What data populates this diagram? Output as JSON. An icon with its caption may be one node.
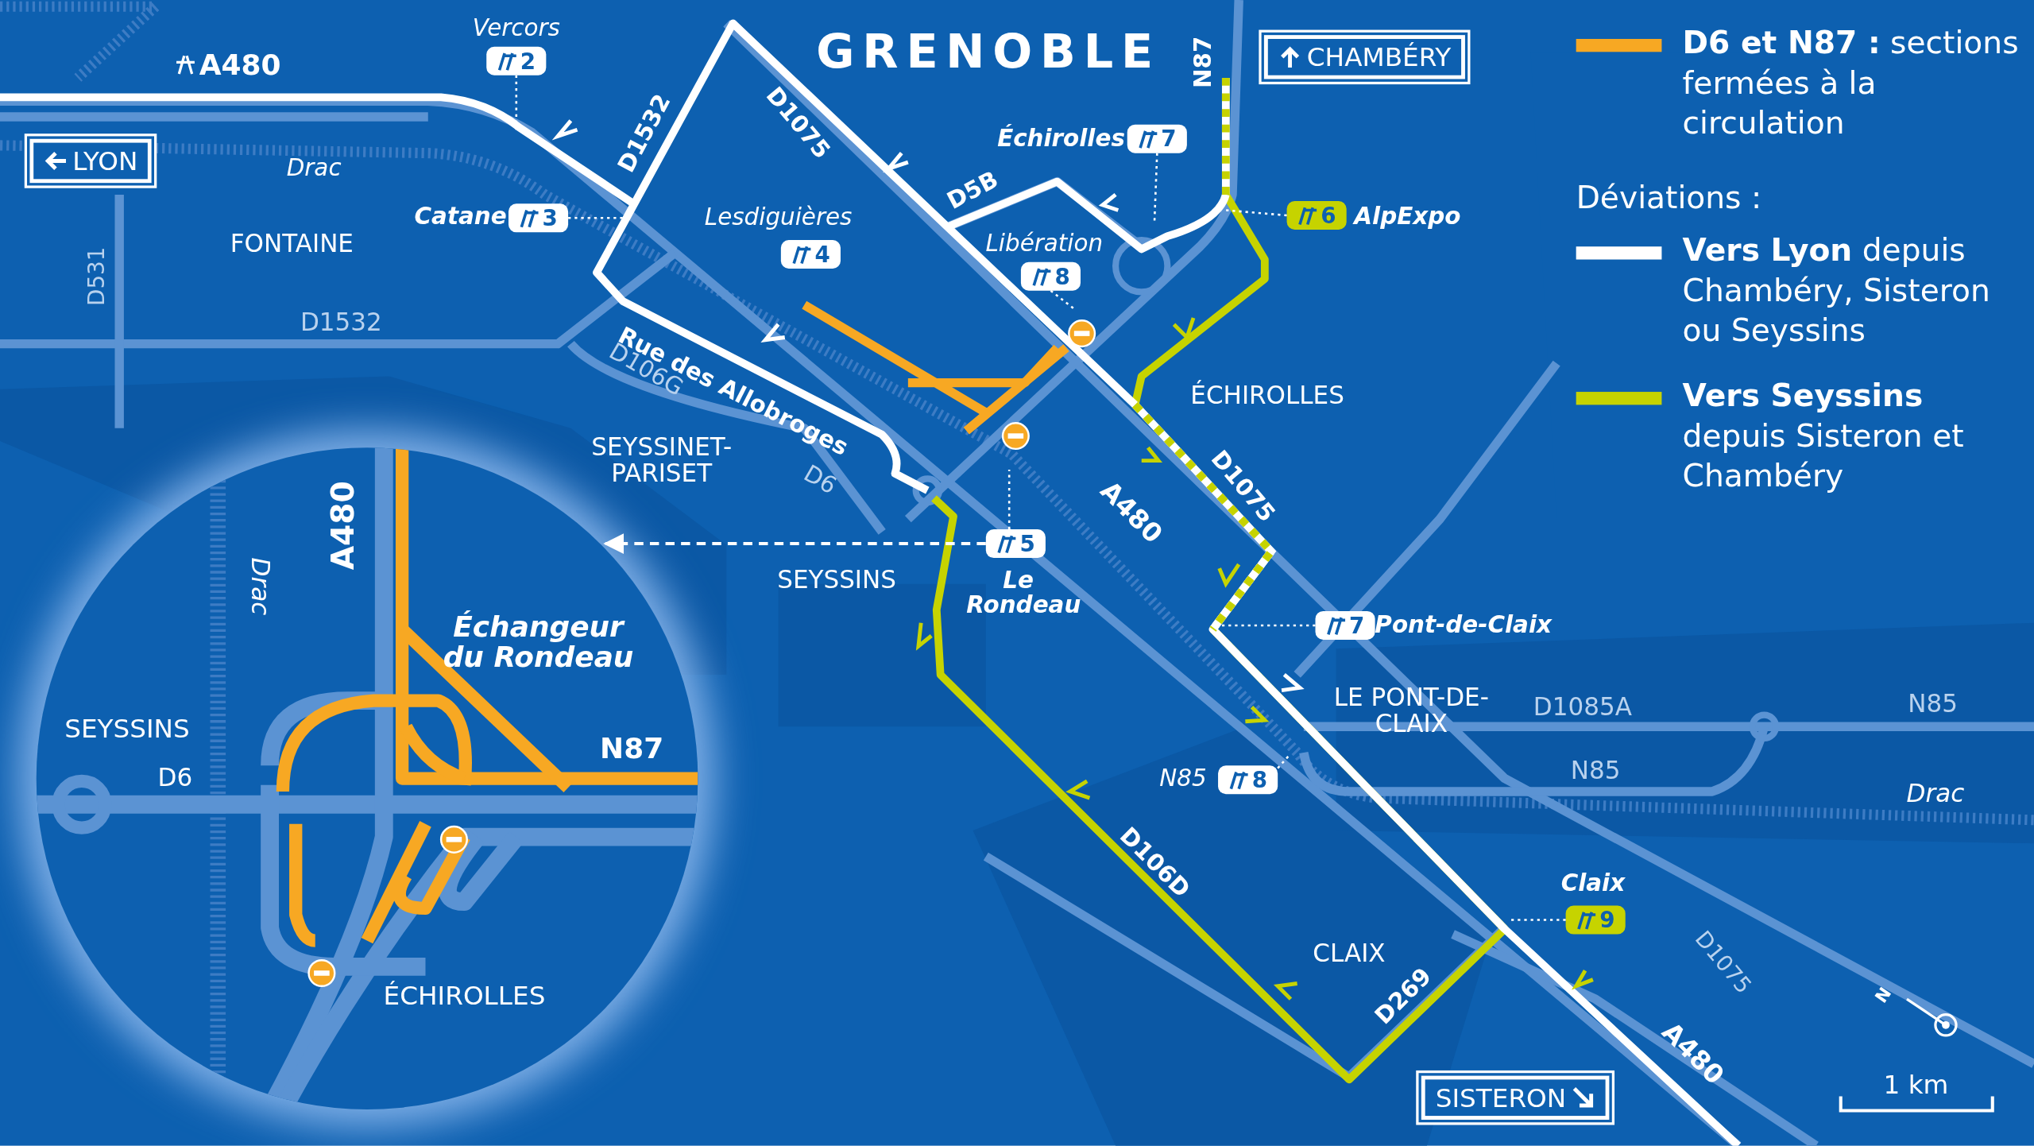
{
  "diagram": {
    "nodes": [
      {
        "text": [
          "LYON"
        ]
      },
      {
        "text": [
          "2"
        ],
        "beside": [
          "Vercors"
        ]
      },
      {
        "text": [
          "CHAMBÉRY"
        ]
      },
      {
        "text": [
          "3"
        ],
        "beside": [
          "Catane"
        ]
      },
      {
        "text": [
          "4"
        ],
        "beside": [
          "Lesdiguières"
        ]
      },
      {
        "text": [
          "7"
        ],
        "beside": [
          "Échirolles"
        ]
      },
      {
        "text": [
          "8"
        ],
        "beside": [
          "Libération"
        ]
      },
      {
        "text": [
          "6"
        ],
        "beside": [
          "AlpExpo"
        ]
      },
      {
        "text": [
          "A480",
          "Drac",
          "Échangeur du Rondeau",
          "SEYSSINS",
          "D6",
          "N87",
          "ÉCHIROLLES"
        ]
      },
      {
        "text": [
          "5"
        ],
        "beside": [
          "Le Rondeau"
        ]
      },
      {
        "text": [
          "7"
        ],
        "beside": [
          "Pont-de-Claix"
        ]
      },
      {
        "text": [
          "8"
        ],
        "beside": [
          "N85"
        ]
      },
      {
        "text": [
          "9"
        ],
        "beside": [
          "Claix"
        ]
      },
      {
        "text": [
          "SISTERON"
        ]
      }
    ],
    "edges": [
      {
        "from": 1,
        "to": null,
        "arrow": "none"
      },
      {
        "from": 3,
        "to": null,
        "arrow": "none"
      },
      {
        "from": 5,
        "to": null,
        "arrow": "none"
      },
      {
        "from": 6,
        "to": null,
        "arrow": "none"
      },
      {
        "from": 7,
        "to": null,
        "arrow": "none"
      },
      {
        "from": 9,
        "to": null,
        "arrow": "none"
      },
      {
        "from": 9,
        "to": 8,
        "arrow": "to",
        "style": "dashed"
      },
      {
        "from": 10,
        "to": null,
        "arrow": "none"
      },
      {
        "from": 11,
        "to": null,
        "arrow": "none"
      },
      {
        "from": 12,
        "to": null,
        "arrow": "none"
      }
    ],
    "labels": [
      "A480",
      "GRENOBLE",
      "N87",
      "D1532",
      "D1075",
      "Drac",
      "D5B",
      "FONTAINE",
      "D531",
      "D1532",
      "Rue des Allobroges",
      "D106G",
      "ÉCHIROLLES",
      "SEYSSINET-PARISET",
      "D6",
      "D1075",
      "A480",
      "SEYSSINS",
      "LE PONT-DE-CLAIX",
      "D1085A",
      "N85",
      "N85",
      "Drac",
      "D106D",
      "CLAIX",
      "D269",
      "D1075",
      "A480",
      "Déviations :",
      "N",
      "1 km"
    ],
    "legend": [
      {
        "text": "**D6 et N87 :** sections fermées à la circulation",
        "color": "#f7a823"
      },
      {
        "text": "**Vers Lyon** depuis Chambéry, Sisteron ou Seyssins",
        "color": "#ffffff"
      },
      {
        "text": "**Vers Seyssins** depuis Sisteron et Chambéry",
        "color": "#c6d300"
      }
    ]
  }
}
